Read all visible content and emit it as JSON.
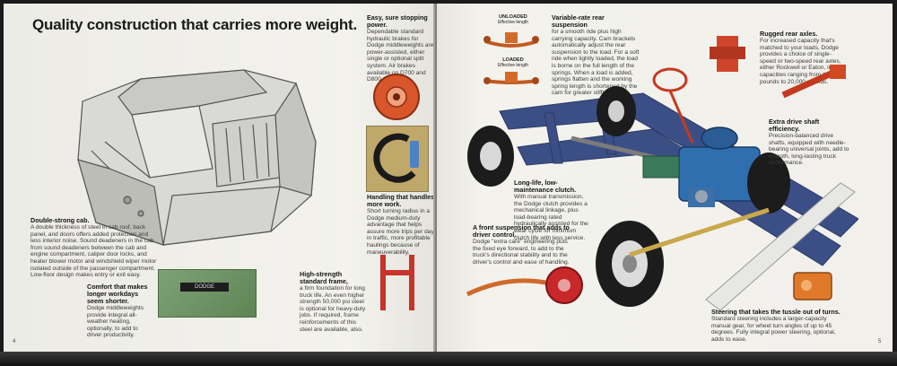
{
  "left_page": {
    "headline": "Quality construction that carries more weight.",
    "page_number": "4",
    "captions": {
      "cab": {
        "title": "Double-strong cab.",
        "body": "A double thickness of steel in cab roof, back panel, and doors offers added protection and less interior noise. Sound deadeners in the cab from sound deadeners between the cab and engine compartment, caliper door locks, and heater blower motor and windshield wiper motor isolated outside of the passenger compartment. Low-floor design makes entry or exit easy."
      },
      "comfort": {
        "title": "Comfort that makes longer workdays seem shorter.",
        "body": "Dodge middleweights provide integral all-weather heating, optionally, to add to driver productivity."
      },
      "frame": {
        "title": "High-strength standard frame,",
        "body": "a firm foundation for long truck life. An even higher strength 50,000 psi steel is optional for heavy-duty jobs. If required, frame reinforcements of this steel are available, also."
      },
      "brakes": {
        "title": "Easy, sure stopping power.",
        "body": "Dependable standard hydraulic brakes for Dodge middleweights are power-assisted, either single or optional split system. Air brakes available on D700 and D800 models."
      },
      "handling": {
        "title": "Handling that handles more work.",
        "body": "Short turning radius in a Dodge medium-duty advantage that helps assure more trips per day in traffic, more profitable haulings because of maneuverability."
      }
    },
    "badge_text": "DODGE"
  },
  "right_page": {
    "page_number": "5",
    "captions": {
      "suspension": {
        "title": "Variable-rate rear suspension",
        "body": "for a smooth ride plus high carrying capacity. Cam brackets automatically adjust the rear suspension to the load. For a soft ride when lightly loaded, the load is borne on the full length of the springs. When a load is added, springs flatten and the working spring length is shortened by the cam for greater stiffness."
      },
      "axles": {
        "title": "Rugged rear axles.",
        "body": "For increased capacity that's matched to your loads, Dodge provides a choice of single-speed or two-speed rear axles, either Rockwell or Eaton, in capacities ranging from 15,500 pounds to 20,000 pounds."
      },
      "driveshaft": {
        "title": "Extra drive shaft efficiency.",
        "body": "Precision-balanced drive shafts, equipped with needle-bearing universal joints, add to smooth, long-lasting truck performance."
      },
      "clutch": {
        "title": "Long-life, low-maintenance clutch.",
        "body": "With manual transmission, the Dodge clutch provides a mechanical linkage, plus load-bearing rated hydraulically assisted for the wear cycle for minimum clutch life with less service."
      },
      "front": {
        "title": "A front suspension that adds to driver control.",
        "body": "Dodge \"extra care\" engineering puts the fixed eye forward, to add to the truck's directional stability and to the driver's control and ease of handling."
      },
      "steering": {
        "title": "Steering that takes the tussle out of turns.",
        "body": "Standard steering includes a larger-capacity manual gear, for wheel turn angles of up to 45 degrees. Fully integral power steering, optional, adds to ease."
      }
    },
    "diagram_labels": {
      "unloaded": "UNLOADED",
      "loaded": "LOADED",
      "effective_length": "Effective length"
    }
  },
  "colors": {
    "accent_orange": "#d85a1e",
    "frame_blue": "#3b4f86",
    "engine_blue": "#2f6fb0",
    "rubber": "#1c1c1c"
  }
}
